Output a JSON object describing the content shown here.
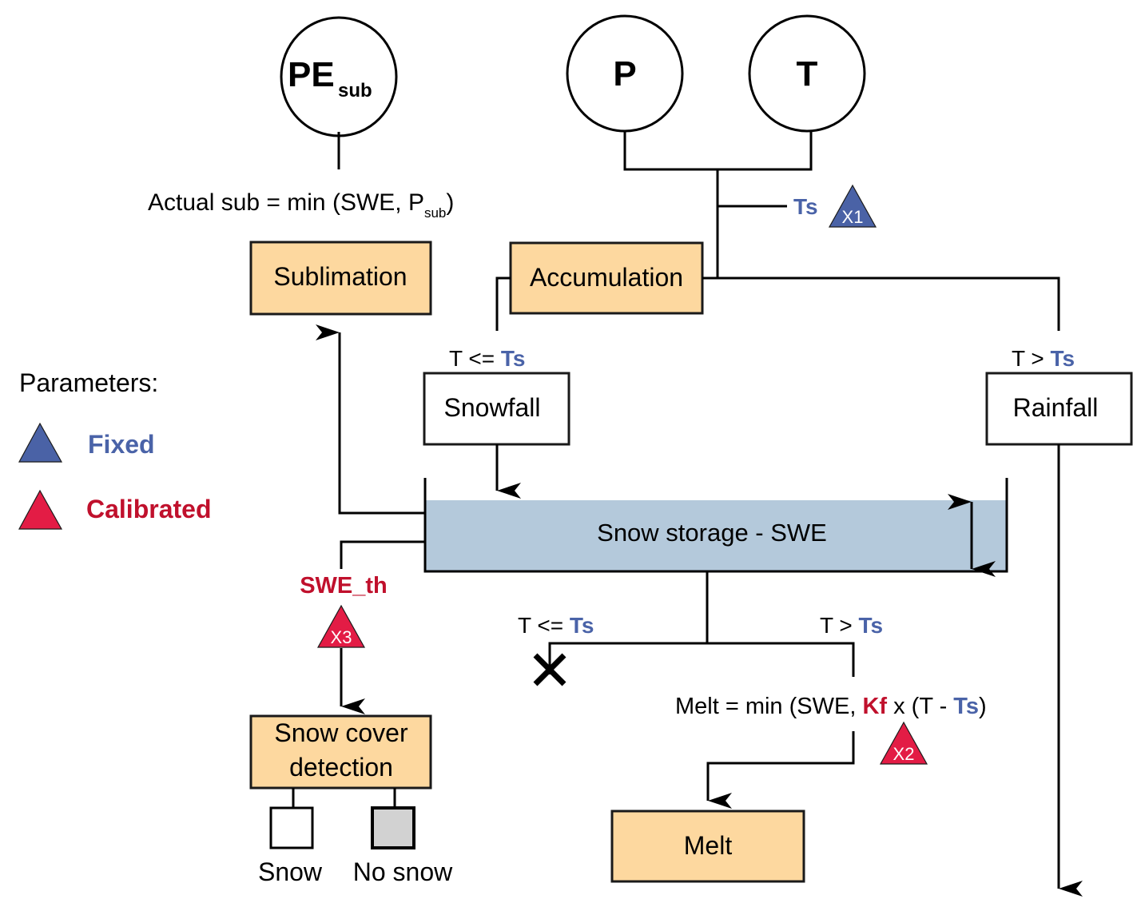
{
  "inputs": {
    "pe_sub": {
      "main": "PE",
      "sub": "sub"
    },
    "p": "P",
    "t": "T"
  },
  "formulas": {
    "actual_sub_prefix": "Actual sub = min (SWE, P",
    "actual_sub_subscript": "sub",
    "actual_sub_suffix": ")",
    "melt_prefix": "Melt = min (SWE, ",
    "melt_kf": "Kf",
    "melt_mid": " x (T - ",
    "melt_ts": "Ts",
    "melt_suffix": ")"
  },
  "boxes": {
    "sublimation": "Sublimation",
    "accumulation": "Accumulation",
    "snowfall": "Snowfall",
    "rainfall": "Rainfall",
    "snow_storage": "Snow storage - SWE",
    "snow_cover_line1": "Snow cover",
    "snow_cover_line2": "detection",
    "melt": "Melt"
  },
  "conditions": {
    "snowfall": {
      "prefix": "T <= ",
      "param": "Ts"
    },
    "rainfall": {
      "prefix": "T > ",
      "param": "Ts"
    },
    "no_melt": {
      "prefix": "T <= ",
      "param": "Ts"
    },
    "melt": {
      "prefix": "T > ",
      "param": "Ts"
    }
  },
  "parameters": {
    "ts": {
      "name": "Ts",
      "code": "X1",
      "kind": "fixed"
    },
    "kf": {
      "name": "Kf",
      "code": "X2",
      "kind": "calibrated"
    },
    "swe_th": {
      "name": "SWE_th",
      "code": "X3",
      "kind": "calibrated"
    }
  },
  "legend": {
    "title": "Parameters:",
    "fixed": "Fixed",
    "calibrated": "Calibrated"
  },
  "snow_cover_outputs": {
    "snow": "Snow",
    "no_snow": "No snow"
  },
  "colors": {
    "fixed": "#4a63a8",
    "calibrated": "#c0102c",
    "process_box": "#fdd89f",
    "storage": "#b4c9db",
    "no_snow_fill": "#d2d2d2"
  }
}
